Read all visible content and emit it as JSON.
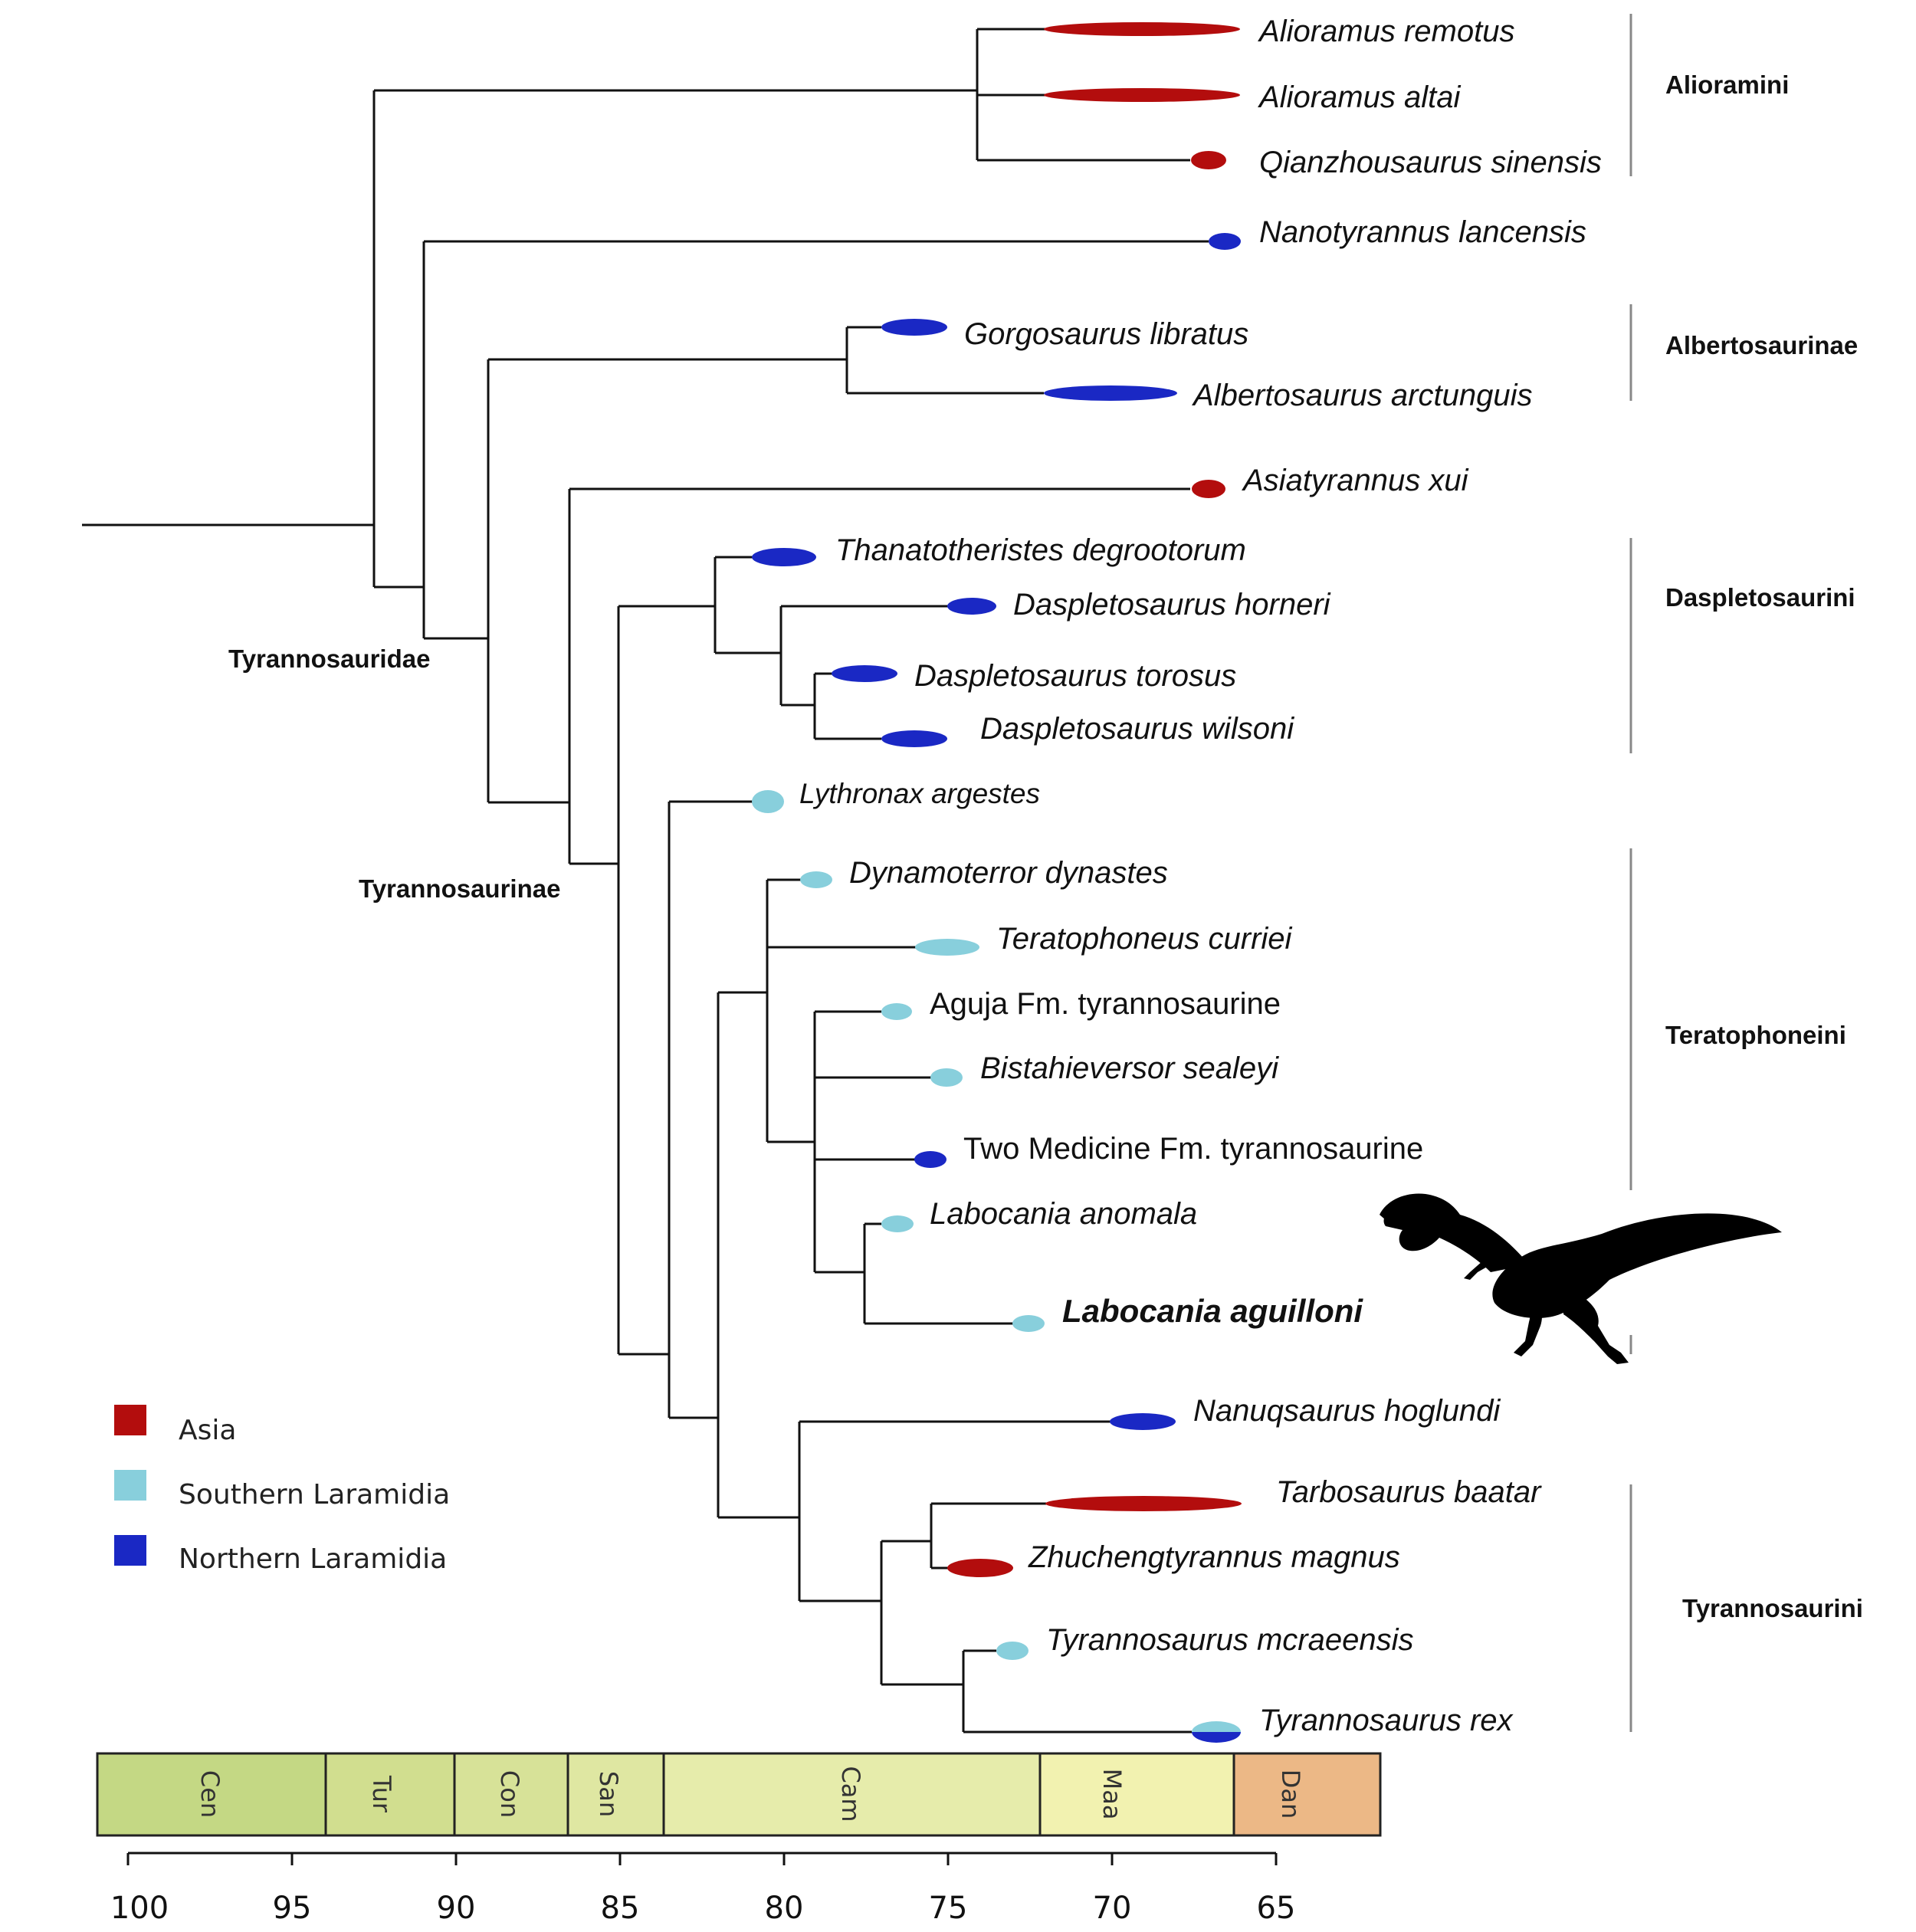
{
  "colors": {
    "asia": "#b30d0d",
    "southern_laramidia": "#88cfdc",
    "northern_laramidia": "#1a28c4"
  },
  "legend": [
    {
      "label": "Asia",
      "color": "#b30d0d"
    },
    {
      "label": "Southern Laramidia",
      "color": "#88cfdc"
    },
    {
      "label": "Northern Laramidia",
      "color": "#1a28c4"
    }
  ],
  "taxa": {
    "alioramus_remotus": "Alioramus remotus",
    "alioramus_altai": "Alioramus altai",
    "qianzhousaurus": "Qianzhousaurus sinensis",
    "nanotyrannus": "Nanotyrannus lancensis",
    "gorgosaurus": "Gorgosaurus libratus",
    "albertosaurus": "Albertosaurus arctunguis",
    "asiatyrannus": "Asiatyrannus xui",
    "thanatotheristes": "Thanatotheristes degrootorum",
    "d_horneri": "Daspletosaurus horneri",
    "d_torosus": "Daspletosaurus torosus",
    "d_wilsoni": "Daspletosaurus wilsoni",
    "lythronax": "Lythronax argestes",
    "dynamoterror": "Dynamoterror dynastes",
    "teratophoneus": "Teratophoneus curriei",
    "aguja": "Aguja Fm. tyrannosaurine",
    "bistahieversor": "Bistahieversor sealeyi",
    "two_medicine": "Two Medicine Fm. tyrannosaurine",
    "l_anomala": "Labocania anomala",
    "l_aguilloni": "Labocania aguilloni",
    "nanuqsaurus": "Nanuqsaurus hoglundi",
    "tarbosaurus": "Tarbosaurus baatar",
    "zhuchengtyrannus": "Zhuchengtyrannus magnus",
    "t_mcraeensis": "Tyrannosaurus mcraeensis",
    "t_rex": "Tyrannosaurus rex"
  },
  "clades": {
    "alioramini": "Alioramini",
    "albertosaurinae": "Albertosaurinae",
    "daspletosaurini": "Daspletosaurini",
    "teratophoneini": "Teratophoneini",
    "tyrannosaurini": "Tyrannosaurini",
    "tyrannosauridae": "Tyrannosauridae",
    "tyrannosaurinae": "Tyrannosaurinae"
  },
  "timescale": {
    "stages": [
      "Cen",
      "Tur",
      "Con",
      "San",
      "Cam",
      "Maa",
      "Dan"
    ],
    "ticks": [
      "100",
      "95",
      "90",
      "85",
      "80",
      "75",
      "70",
      "65"
    ]
  }
}
